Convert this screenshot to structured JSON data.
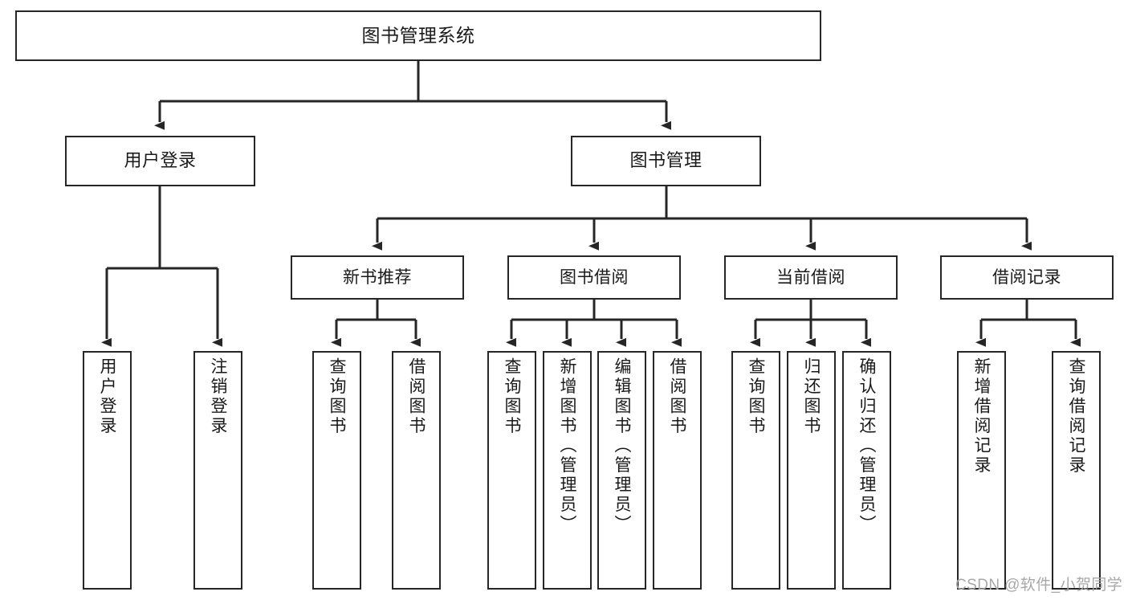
{
  "diagram": {
    "type": "tree-hierarchy-chart",
    "title": "图书管理系统",
    "orientation": "top-down",
    "colors": {
      "box_border": "#262626",
      "box_fill": "#ffffff",
      "connector": "#262626",
      "text": "#1a1a1a",
      "watermark": "#a8a8a8",
      "background": "#ffffff"
    },
    "root": {
      "id": "root",
      "label": "图书管理系统",
      "level": 0
    },
    "level1": [
      {
        "id": "user-login",
        "label": "用户登录",
        "level": 1
      },
      {
        "id": "book-management",
        "label": "图书管理",
        "level": 1
      }
    ],
    "level2": [
      {
        "id": "new-book-recommend",
        "label": "新书推荐",
        "level": 2,
        "parent": "book-management"
      },
      {
        "id": "book-borrow",
        "label": "图书借阅",
        "level": 2,
        "parent": "book-management"
      },
      {
        "id": "current-borrow",
        "label": "当前借阅",
        "level": 2,
        "parent": "book-management"
      },
      {
        "id": "borrow-record",
        "label": "借阅记录",
        "level": 2,
        "parent": "book-management"
      }
    ],
    "leaves": [
      {
        "id": "leaf-user-login",
        "label": "用户登录",
        "parent": "user-login"
      },
      {
        "id": "leaf-user-logout",
        "label": "注销登录",
        "parent": "user-login"
      },
      {
        "id": "leaf-query-book-1",
        "label": "查询图书",
        "parent": "new-book-recommend"
      },
      {
        "id": "leaf-borrow-book-1",
        "label": "借阅图书",
        "parent": "new-book-recommend"
      },
      {
        "id": "leaf-query-book-2",
        "label": "查询图书",
        "parent": "book-borrow"
      },
      {
        "id": "leaf-add-book",
        "label": "新增图书（管理员）",
        "parent": "book-borrow"
      },
      {
        "id": "leaf-edit-book",
        "label": "编辑图书（管理员）",
        "parent": "book-borrow"
      },
      {
        "id": "leaf-borrow-book-2",
        "label": "借阅图书",
        "parent": "book-borrow"
      },
      {
        "id": "leaf-query-book-3",
        "label": "查询图书",
        "parent": "current-borrow"
      },
      {
        "id": "leaf-return-book",
        "label": "归还图书",
        "parent": "current-borrow"
      },
      {
        "id": "leaf-confirm-return",
        "label": "确认归还（管理员）",
        "parent": "current-borrow"
      },
      {
        "id": "leaf-add-record",
        "label": "新增借阅记录",
        "parent": "borrow-record"
      },
      {
        "id": "leaf-query-record",
        "label": "查询借阅记录",
        "parent": "borrow-record"
      }
    ],
    "edges": [
      {
        "from": "root",
        "to": "user-login"
      },
      {
        "from": "root",
        "to": "book-management"
      },
      {
        "from": "book-management",
        "to": "new-book-recommend"
      },
      {
        "from": "book-management",
        "to": "book-borrow"
      },
      {
        "from": "book-management",
        "to": "current-borrow"
      },
      {
        "from": "book-management",
        "to": "borrow-record"
      },
      {
        "from": "user-login",
        "to": "leaf-user-login"
      },
      {
        "from": "user-login",
        "to": "leaf-user-logout"
      },
      {
        "from": "new-book-recommend",
        "to": "leaf-query-book-1"
      },
      {
        "from": "new-book-recommend",
        "to": "leaf-borrow-book-1"
      },
      {
        "from": "book-borrow",
        "to": "leaf-query-book-2"
      },
      {
        "from": "book-borrow",
        "to": "leaf-add-book"
      },
      {
        "from": "book-borrow",
        "to": "leaf-edit-book"
      },
      {
        "from": "book-borrow",
        "to": "leaf-borrow-book-2"
      },
      {
        "from": "current-borrow",
        "to": "leaf-query-book-3"
      },
      {
        "from": "current-borrow",
        "to": "leaf-return-book"
      },
      {
        "from": "current-borrow",
        "to": "leaf-confirm-return"
      },
      {
        "from": "borrow-record",
        "to": "leaf-add-record"
      },
      {
        "from": "borrow-record",
        "to": "leaf-query-record"
      }
    ]
  },
  "watermark": {
    "text": "CSDN @软件_小贺同学"
  }
}
